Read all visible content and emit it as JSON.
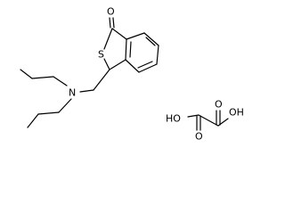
{
  "molecule": {
    "main": {
      "carbonyl_oxygen": "O",
      "ring_sulfur": "S",
      "amine_nitrogen": "N"
    },
    "oxalic_acid": {
      "hydroxyl_left": "HO",
      "hydroxyl_right": "OH",
      "carbonyl_oxygen_left": "O",
      "carbonyl_oxygen_right": "O"
    }
  },
  "colors": {
    "ink": "#000000",
    "background": "#ffffff"
  }
}
